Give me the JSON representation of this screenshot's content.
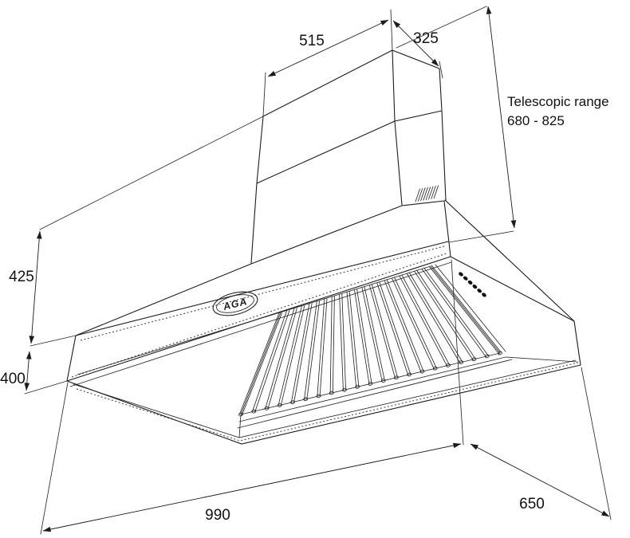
{
  "title": "Cooker hood dimension drawing",
  "badge": {
    "brand_label": "AGA"
  },
  "dimensions": {
    "chimney_top_width": "515",
    "chimney_top_depth": "325",
    "telescopic_label": "Telescopic range",
    "telescopic_range": "680 - 825",
    "canopy_height": "425",
    "lower_section_height": "400",
    "bottom_width": "990",
    "bottom_depth": "650"
  },
  "drawing": {
    "baffle_count": 21,
    "vent_slot_count": 8,
    "button_count": 6,
    "line_color": "#1c1c1c"
  }
}
